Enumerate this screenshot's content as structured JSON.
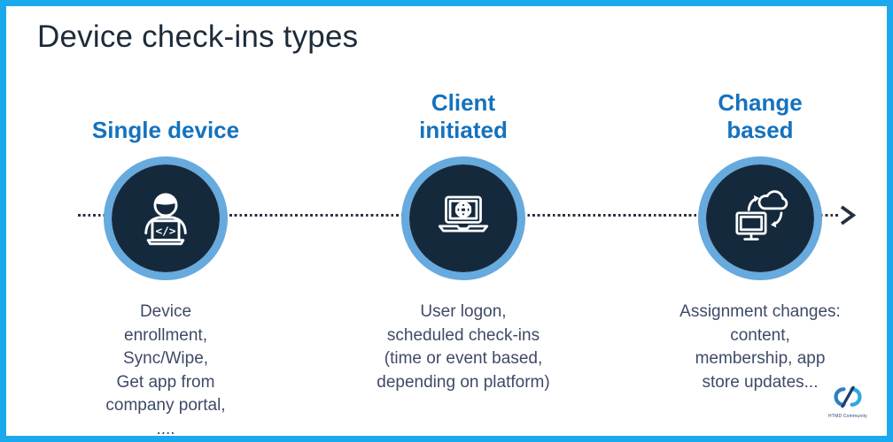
{
  "slide": {
    "title": "Device check-ins types"
  },
  "columns": [
    {
      "heading": "Single device",
      "icon": "person-laptop-code-icon",
      "description": "Device\nenrollment,\nSync/Wipe,\nGet app from\ncompany portal,\n...."
    },
    {
      "heading": "Client\ninitiated",
      "icon": "laptop-globe-icon",
      "description": "User logon,\nscheduled check-ins\n(time or event based,\ndepending on platform)"
    },
    {
      "heading": "Change\nbased",
      "icon": "monitor-cloud-sync-icon",
      "description": "Assignment changes:\ncontent,\nmembership, app\nstore updates..."
    }
  ],
  "timeline": {
    "style": "dotted-line-with-right-arrow"
  },
  "logo": {
    "label": "HTMD Community"
  },
  "colors": {
    "frame_border": "#1BA9EE",
    "title_text": "#1D2B3A",
    "heading_text": "#1472BE",
    "body_text": "#3E4A66",
    "circle_ring": "#66AADE",
    "circle_fill": "#14293C",
    "timeline_dots": "#28323F",
    "icon_stroke": "#FFFFFF"
  }
}
